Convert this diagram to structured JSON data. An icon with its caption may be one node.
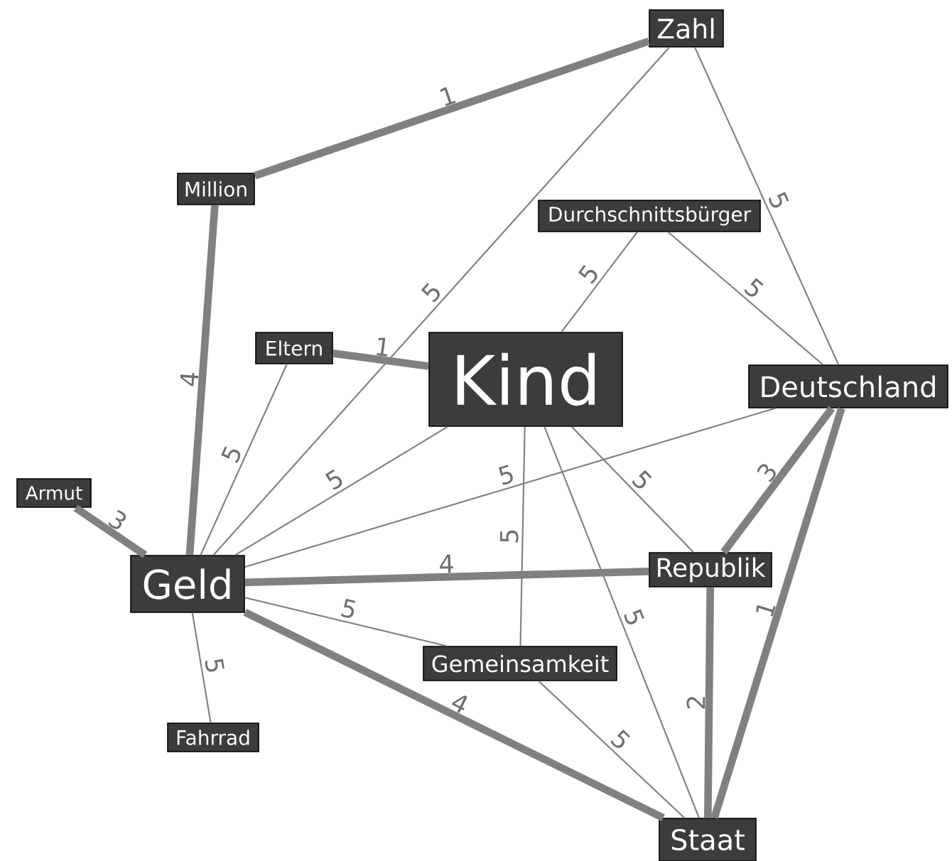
{
  "diagram": {
    "nodes": [
      {
        "text": [
          "Zahl"
        ]
      },
      {
        "text": [
          "Million"
        ]
      },
      {
        "text": [
          "Durchschnittsbürger"
        ]
      },
      {
        "text": [
          "Eltern"
        ]
      },
      {
        "text": [
          "Kind"
        ]
      },
      {
        "text": [
          "Deutschland"
        ]
      },
      {
        "text": [
          "Armut"
        ]
      },
      {
        "text": [
          "Geld"
        ]
      },
      {
        "text": [
          "Republik"
        ]
      },
      {
        "text": [
          "Gemeinsamkeit"
        ]
      },
      {
        "text": [
          "Fahrrad"
        ]
      },
      {
        "text": [
          "Staat"
        ]
      }
    ],
    "edges": [
      {
        "from": 0,
        "to": 1,
        "arrow": "none",
        "label": "1",
        "style": "thick"
      },
      {
        "from": 0,
        "to": 7,
        "arrow": "none",
        "label": "5"
      },
      {
        "from": 0,
        "to": 5,
        "arrow": "none",
        "label": "5"
      },
      {
        "from": 1,
        "to": 7,
        "arrow": "none",
        "label": "4",
        "style": "thick"
      },
      {
        "from": 2,
        "to": 4,
        "arrow": "none",
        "label": "5"
      },
      {
        "from": 2,
        "to": 5,
        "arrow": "none",
        "label": "5"
      },
      {
        "from": 3,
        "to": 4,
        "arrow": "none",
        "label": "1",
        "style": "thick"
      },
      {
        "from": 3,
        "to": 7,
        "arrow": "none",
        "label": "5"
      },
      {
        "from": 4,
        "to": 7,
        "arrow": "none",
        "label": "5"
      },
      {
        "from": 5,
        "to": 7,
        "arrow": "none",
        "label": "5"
      },
      {
        "from": 4,
        "to": 9,
        "arrow": "none",
        "label": "5"
      },
      {
        "from": 4,
        "to": 8,
        "arrow": "none",
        "label": "5"
      },
      {
        "from": 4,
        "to": 11,
        "arrow": "none",
        "label": "5"
      },
      {
        "from": 5,
        "to": 8,
        "arrow": "none",
        "label": "3",
        "style": "thick"
      },
      {
        "from": 5,
        "to": 11,
        "arrow": "none",
        "label": "1",
        "style": "thick"
      },
      {
        "from": 6,
        "to": 7,
        "arrow": "none",
        "label": "3",
        "style": "thick"
      },
      {
        "from": 7,
        "to": 8,
        "arrow": "none",
        "label": "4",
        "style": "thick"
      },
      {
        "from": 7,
        "to": 9,
        "arrow": "none",
        "label": "5"
      },
      {
        "from": 7,
        "to": 11,
        "arrow": "none",
        "label": "4",
        "style": "thick"
      },
      {
        "from": 7,
        "to": 10,
        "arrow": "none",
        "label": "5"
      },
      {
        "from": 8,
        "to": 11,
        "arrow": "none",
        "label": "2",
        "style": "thick"
      },
      {
        "from": 9,
        "to": 11,
        "arrow": "none",
        "label": "5"
      }
    ]
  }
}
